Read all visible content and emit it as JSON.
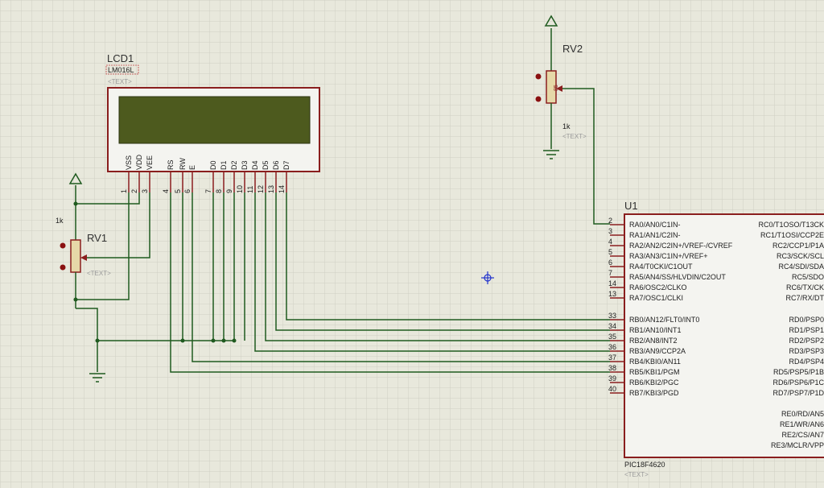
{
  "colors": {
    "background": "#e8e8dc",
    "grid": "#cfcfc4",
    "wire": "#1f5a1f",
    "component_outline": "#8a1e1e",
    "lcd_screen": "#4d5a1e",
    "cursor": "#2233cc"
  },
  "lcd": {
    "ref": "LCD1",
    "part": "LM016L",
    "text_placeholder": "<TEXT>",
    "pins": [
      {
        "name": "VSS",
        "num": "1"
      },
      {
        "name": "VDD",
        "num": "2"
      },
      {
        "name": "VEE",
        "num": "3"
      },
      {
        "name": "RS",
        "num": "4"
      },
      {
        "name": "RW",
        "num": "5"
      },
      {
        "name": "E",
        "num": "6"
      },
      {
        "name": "D0",
        "num": "7"
      },
      {
        "name": "D1",
        "num": "8"
      },
      {
        "name": "D2",
        "num": "9"
      },
      {
        "name": "D3",
        "num": "10"
      },
      {
        "name": "D4",
        "num": "11"
      },
      {
        "name": "D5",
        "num": "12"
      },
      {
        "name": "D6",
        "num": "13"
      },
      {
        "name": "D7",
        "num": "14"
      }
    ]
  },
  "rv1": {
    "ref": "RV1",
    "value": "1k",
    "text_placeholder": "<TEXT>"
  },
  "rv2": {
    "ref": "RV2",
    "value": "1k",
    "text_placeholder": "<TEXT>",
    "body_label": "85"
  },
  "mcu": {
    "ref": "U1",
    "part": "PIC18F4620",
    "text_placeholder": "<TEXT>",
    "left_pins_a": [
      {
        "num": "2",
        "label": "RA0/AN0/C1IN-"
      },
      {
        "num": "3",
        "label": "RA1/AN1/C2IN-"
      },
      {
        "num": "4",
        "label": "RA2/AN2/C2IN+/VREF-/CVREF"
      },
      {
        "num": "5",
        "label": "RA3/AN3/C1IN+/VREF+"
      },
      {
        "num": "6",
        "label": "RA4/T0CKI/C1OUT"
      },
      {
        "num": "7",
        "label": "RA5/AN4/SS/HLVDIN/C2OUT"
      },
      {
        "num": "14",
        "label": "RA6/OSC2/CLKO"
      },
      {
        "num": "13",
        "label": "RA7/OSC1/CLKI"
      }
    ],
    "left_pins_b": [
      {
        "num": "33",
        "label": "RB0/AN12/FLT0/INT0"
      },
      {
        "num": "34",
        "label": "RB1/AN10/INT1"
      },
      {
        "num": "35",
        "label": "RB2/AN8/INT2"
      },
      {
        "num": "36",
        "label": "RB3/AN9/CCP2A"
      },
      {
        "num": "37",
        "label": "RB4/KBI0/AN11"
      },
      {
        "num": "38",
        "label": "RB5/KBI1/PGM"
      },
      {
        "num": "39",
        "label": "RB6/KBI2/PGC"
      },
      {
        "num": "40",
        "label": "RB7/KBI3/PGD"
      }
    ],
    "right_pins_c": [
      "RC0/T1OSO/T13CK",
      "RC1/T1OSI/CCP2E",
      "RC2/CCP1/P1A",
      "RC3/SCK/SCL",
      "RC4/SDI/SDA",
      "RC5/SDO",
      "RC6/TX/CK",
      "RC7/RX/DT"
    ],
    "right_pins_d": [
      "RD0/PSP0",
      "RD1/PSP1",
      "RD2/PSP2",
      "RD3/PSP3",
      "RD4/PSP4",
      "RD5/PSP5/P1B",
      "RD6/PSP6/P1C",
      "RD7/PSP7/P1D"
    ],
    "right_pins_e": [
      "RE0/RD/AN5",
      "RE1/WR/AN6",
      "RE2/CS/AN7",
      "RE3/MCLR/VPP"
    ]
  }
}
